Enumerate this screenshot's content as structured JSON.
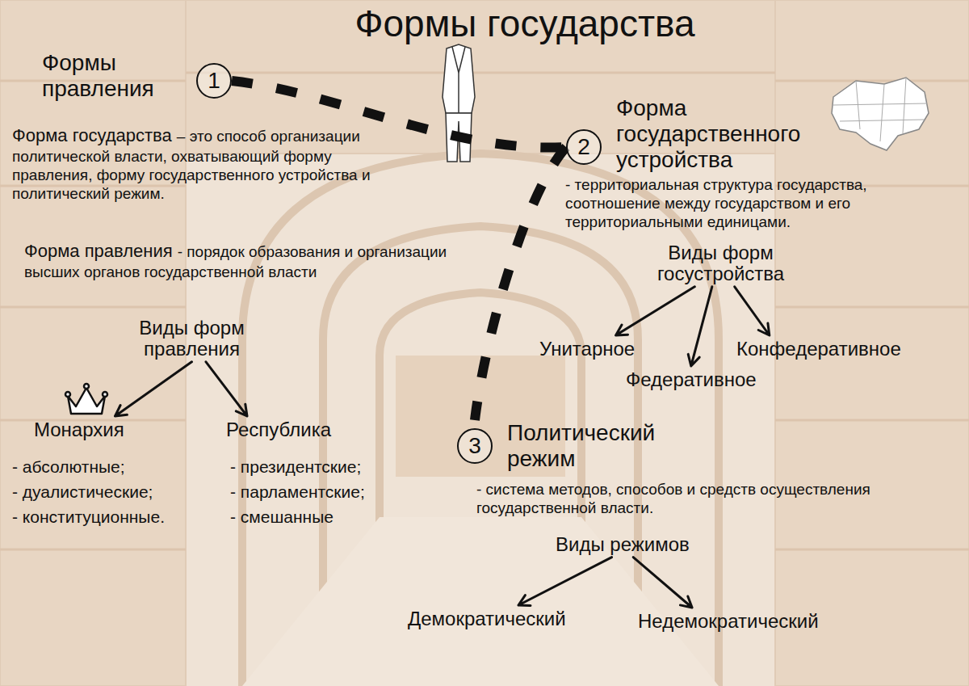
{
  "diagram": {
    "title": "Формы государства",
    "nodes": [
      {
        "text": [
          "1",
          "Формы правления"
        ]
      },
      {
        "text": [
          "2",
          "Форма государственного устройства"
        ]
      },
      {
        "text": [
          "3",
          "Политический режим"
        ]
      },
      {
        "text": [
          "Виды форм правления"
        ]
      },
      {
        "text": [
          "Монархия"
        ]
      },
      {
        "text": [
          "Республика"
        ]
      },
      {
        "text": [
          "Виды форм госустройства"
        ]
      },
      {
        "text": [
          "Унитарное"
        ]
      },
      {
        "text": [
          "Федеративное"
        ]
      },
      {
        "text": [
          "Конфедеративное"
        ]
      },
      {
        "text": [
          "Виды режимов"
        ]
      },
      {
        "text": [
          "Демократический"
        ]
      },
      {
        "text": [
          "Недемократический"
        ]
      }
    ],
    "edges": [
      {
        "from": 0,
        "to": 1,
        "arrow": "none"
      },
      {
        "from": 1,
        "to": 2,
        "arrow": "none"
      },
      {
        "from": 3,
        "to": 4,
        "arrow": "to"
      },
      {
        "from": 3,
        "to": 5,
        "arrow": "to"
      },
      {
        "from": 6,
        "to": 7,
        "arrow": "to"
      },
      {
        "from": 6,
        "to": 8,
        "arrow": "to"
      },
      {
        "from": 6,
        "to": 9,
        "arrow": "to"
      },
      {
        "from": 10,
        "to": 11,
        "arrow": "to"
      },
      {
        "from": 10,
        "to": 12,
        "arrow": "to"
      }
    ],
    "labels": [
      "Форма государства",
      "– это способ организации политической власти, охватывающий форму правления, форму государственного устройства и политический режим.",
      "Форма правления",
      "- порядок образования и организации высших органов государственной власти",
      "- территориальная структура государства, соотношение между государством и его территориальными единицами.",
      "- система методов, способов и средств осуществления государственной власти.",
      "- абсолютные;",
      "- дуалистические;",
      "- конституционные.",
      "- президентские;",
      "- парламентские;",
      "- смешанные"
    ]
  }
}
